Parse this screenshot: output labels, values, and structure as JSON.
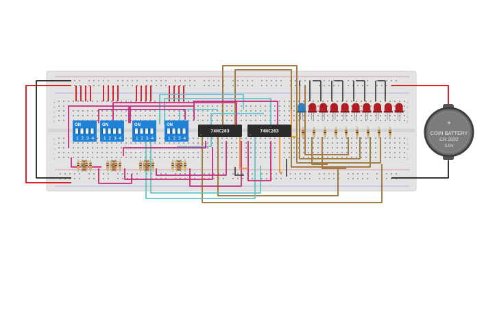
{
  "chips": [
    {
      "label": "74HC283"
    },
    {
      "label": "74HC283"
    }
  ],
  "dip_switches": [
    {
      "on_label": "ON",
      "pins": [
        "1",
        "2",
        "3",
        "4"
      ]
    },
    {
      "on_label": "ON",
      "pins": [
        "1",
        "2",
        "3",
        "4"
      ]
    },
    {
      "on_label": "ON",
      "pins": [
        "1",
        "2",
        "3",
        "4"
      ]
    },
    {
      "on_label": "ON",
      "pins": [
        "1",
        "2",
        "3",
        "4"
      ]
    }
  ],
  "battery": {
    "line1": "COIN BATTERY",
    "line2": "CR 2032",
    "line3": "3.0V",
    "plus": "+"
  },
  "row_letters_top": [
    "A",
    "B",
    "C",
    "D",
    "E"
  ],
  "row_letters_bottom": [
    "F",
    "G",
    "H",
    "I",
    "J"
  ],
  "led_count": 10,
  "colors": {
    "board": "#e3e3e3",
    "chip": "#2b2b2b",
    "dip": "#1f82d6",
    "led_red": "#b01e24",
    "led_blue": "#2f7fb6",
    "wire_magenta": "#c8287c",
    "wire_cyan": "#5fc3c8",
    "wire_brown": "#a47a43",
    "wire_orange": "#f0922a",
    "wire_red": "#d9222a",
    "wire_black": "#333333"
  }
}
